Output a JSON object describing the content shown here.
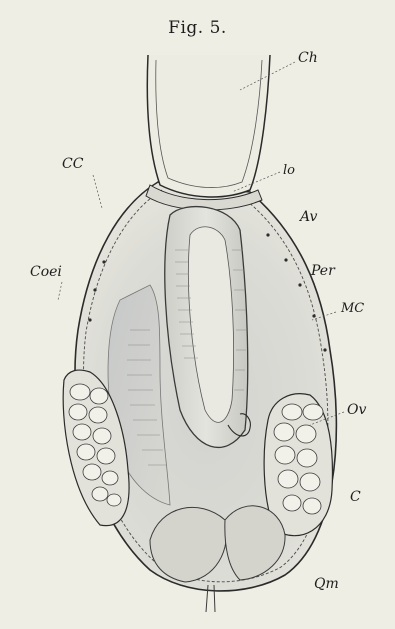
{
  "figure": {
    "title": "Fig. 5.",
    "labels": {
      "ch": "Ch",
      "cc": "CC",
      "lo": "lo",
      "av": "Av",
      "coei": "Coei",
      "per": "Per",
      "mc": "MC",
      "ov": "Ov",
      "c": "C",
      "qm": "Qm"
    }
  },
  "colors": {
    "paper": "#efeee4",
    "ink": "#2a2a2a",
    "tissue_fill": "#d6d6d0",
    "tissue_dark": "#bdbdb6"
  }
}
